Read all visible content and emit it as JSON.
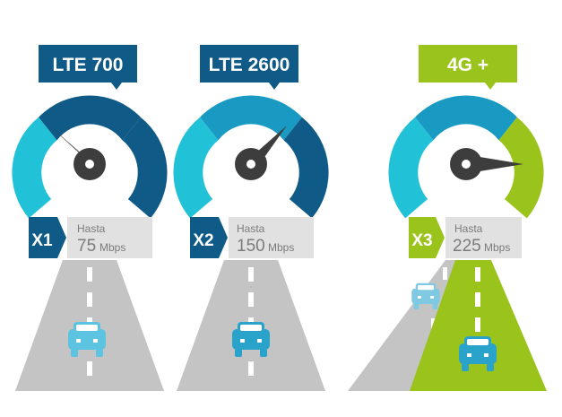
{
  "colors": {
    "dark_blue": "#0f5a86",
    "mid_blue": "#199ac2",
    "cyan": "#21c1d8",
    "green": "#9ac31c",
    "light_gray": "#e1e1e1",
    "road_gray": "#c4c4c4",
    "needle": "#3d3d3d",
    "car_blue": "#2aa3cb"
  },
  "panels": [
    {
      "title": "LTE 700",
      "multiplier": "X1",
      "speed_prefix": "Hasta",
      "speed_value": "75",
      "speed_unit": "Mbps",
      "gauge_level": 0.33,
      "icon": "car-icon"
    },
    {
      "title": "LTE 2600",
      "multiplier": "X2",
      "speed_prefix": "Hasta",
      "speed_value": "150",
      "speed_unit": "Mbps",
      "gauge_level": 0.66,
      "icon": "car-icon"
    },
    {
      "title": "4G +",
      "multiplier": "X3",
      "speed_prefix": "Hasta",
      "speed_value": "225",
      "speed_unit": "Mbps",
      "gauge_level": 1.0,
      "icon": "car-icon"
    }
  ]
}
